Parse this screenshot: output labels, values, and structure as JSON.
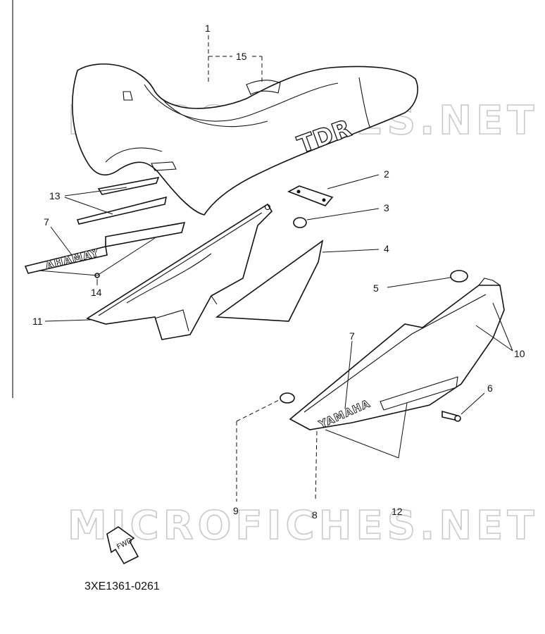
{
  "diagram": {
    "watermark_text": "MICROFICHES.NET",
    "part_code": "3XE1361-0261",
    "seat_logo_text": "TDR",
    "fwd_label": "FWD",
    "decal_left_text": "AHAMAY",
    "decal_right_text": "YAMAHA",
    "callouts": [
      {
        "id": "1",
        "label": "1"
      },
      {
        "id": "15",
        "label": "15"
      },
      {
        "id": "2",
        "label": "2"
      },
      {
        "id": "3",
        "label": "3"
      },
      {
        "id": "4",
        "label": "4"
      },
      {
        "id": "13",
        "label": "13"
      },
      {
        "id": "7a",
        "label": "7"
      },
      {
        "id": "14",
        "label": "14"
      },
      {
        "id": "11",
        "label": "11"
      },
      {
        "id": "5",
        "label": "5"
      },
      {
        "id": "10",
        "label": "10"
      },
      {
        "id": "7b",
        "label": "7"
      },
      {
        "id": "6",
        "label": "6"
      },
      {
        "id": "9",
        "label": "9"
      },
      {
        "id": "8",
        "label": "8"
      },
      {
        "id": "12",
        "label": "12"
      }
    ]
  }
}
